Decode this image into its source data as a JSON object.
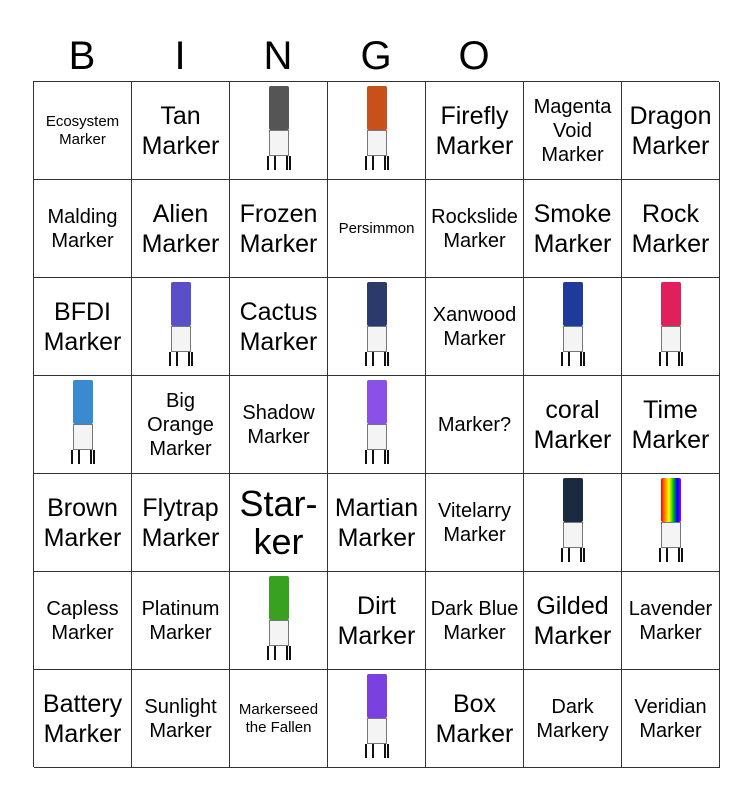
{
  "header": [
    "B",
    "I",
    "N",
    "G",
    "O"
  ],
  "cells": [
    [
      "Ecosystem Marker",
      "Tan Marker",
      {
        "icon": "storm-marker-character",
        "color": "#555555"
      },
      {
        "icon": "orange-marker-character",
        "color": "#c8501a"
      },
      "Firefly Marker",
      "Magenta Void Marker",
      "Dragon Marker"
    ],
    [
      "Malding Marker",
      "Alien Marker",
      "Frozen Marker",
      "Persimmon",
      "Rockslide Marker",
      "Smoke Marker",
      "Rock Marker"
    ],
    [
      "BFDI Marker",
      {
        "icon": "purple-marker-character",
        "color": "#5a4fc8"
      },
      "Cactus Marker",
      {
        "icon": "galaxy-marker-character",
        "color": "#2a3a6a"
      },
      "Xanwood Marker",
      {
        "icon": "blue-leaf-marker-character",
        "color": "#1e3a9a"
      },
      {
        "icon": "pink-marker-character",
        "color": "#e0205a"
      }
    ],
    [
      {
        "icon": "blue-multi-marker-character",
        "color": "#3a8ad0"
      },
      "Big Orange Marker",
      "Shadow Marker",
      {
        "icon": "violet-marker-character",
        "color": "#8a50e8"
      },
      "Marker?",
      "coral Marker",
      "Time Marker"
    ],
    [
      "Brown Marker",
      "Flytrap Marker",
      "Star-ker",
      "Martian Marker",
      "Vitelarry Marker",
      {
        "icon": "space-marker-character",
        "color": "#1a2a40"
      },
      {
        "icon": "rainbow-marker-character",
        "color": "linear-gradient(90deg,#f00,#f80,#ff0,#0c0,#00f,#80f)"
      }
    ],
    [
      "Capless Marker",
      "Platinum Marker",
      {
        "icon": "green-marker-character",
        "color": "#3aa020"
      },
      "Dirt Marker",
      "Dark Blue Marker",
      "Gilded Marker",
      "Lavender Marker"
    ],
    [
      "Battery Marker",
      "Sunlight Marker",
      "Markerseed the Fallen",
      {
        "icon": "purple-marker-character",
        "color": "#7a40e0"
      },
      "Box Marker",
      "Dark Markery",
      "Veridian Marker"
    ]
  ]
}
